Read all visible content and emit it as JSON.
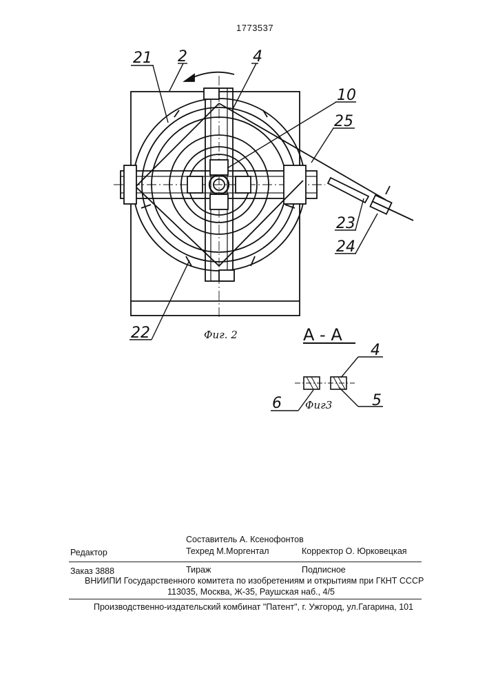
{
  "header": {
    "patent_number": "1773537"
  },
  "figure2": {
    "caption": "Фиг. 2",
    "labels": {
      "l21": "21",
      "l2": "2",
      "l4": "4",
      "l10": "10",
      "l25": "25",
      "l23": "23",
      "l24": "24",
      "l22": "22"
    }
  },
  "figure3": {
    "section": "А - А",
    "caption": "Фиг3",
    "labels": {
      "l4": "4",
      "l5": "5",
      "l6": "6"
    }
  },
  "footer": {
    "compiler": "Составитель  А. Ксенофонтов",
    "editor": "Редактор",
    "techred": "Техред М.Моргентал",
    "corrector": "Корректор  О. Юрковецкая",
    "order": "Заказ 3888",
    "circulation": "Тираж",
    "subscription": "Подписное",
    "vniipi": "ВНИИПИ Государственного комитета по изобретениям и открытиям при ГКНТ СССР",
    "address": "113035, Москва, Ж-35, Раушская наб., 4/5",
    "publisher": "Производственно-издательский комбинат \"Патент\", г. Ужгород, ул.Гагарина, 101"
  }
}
